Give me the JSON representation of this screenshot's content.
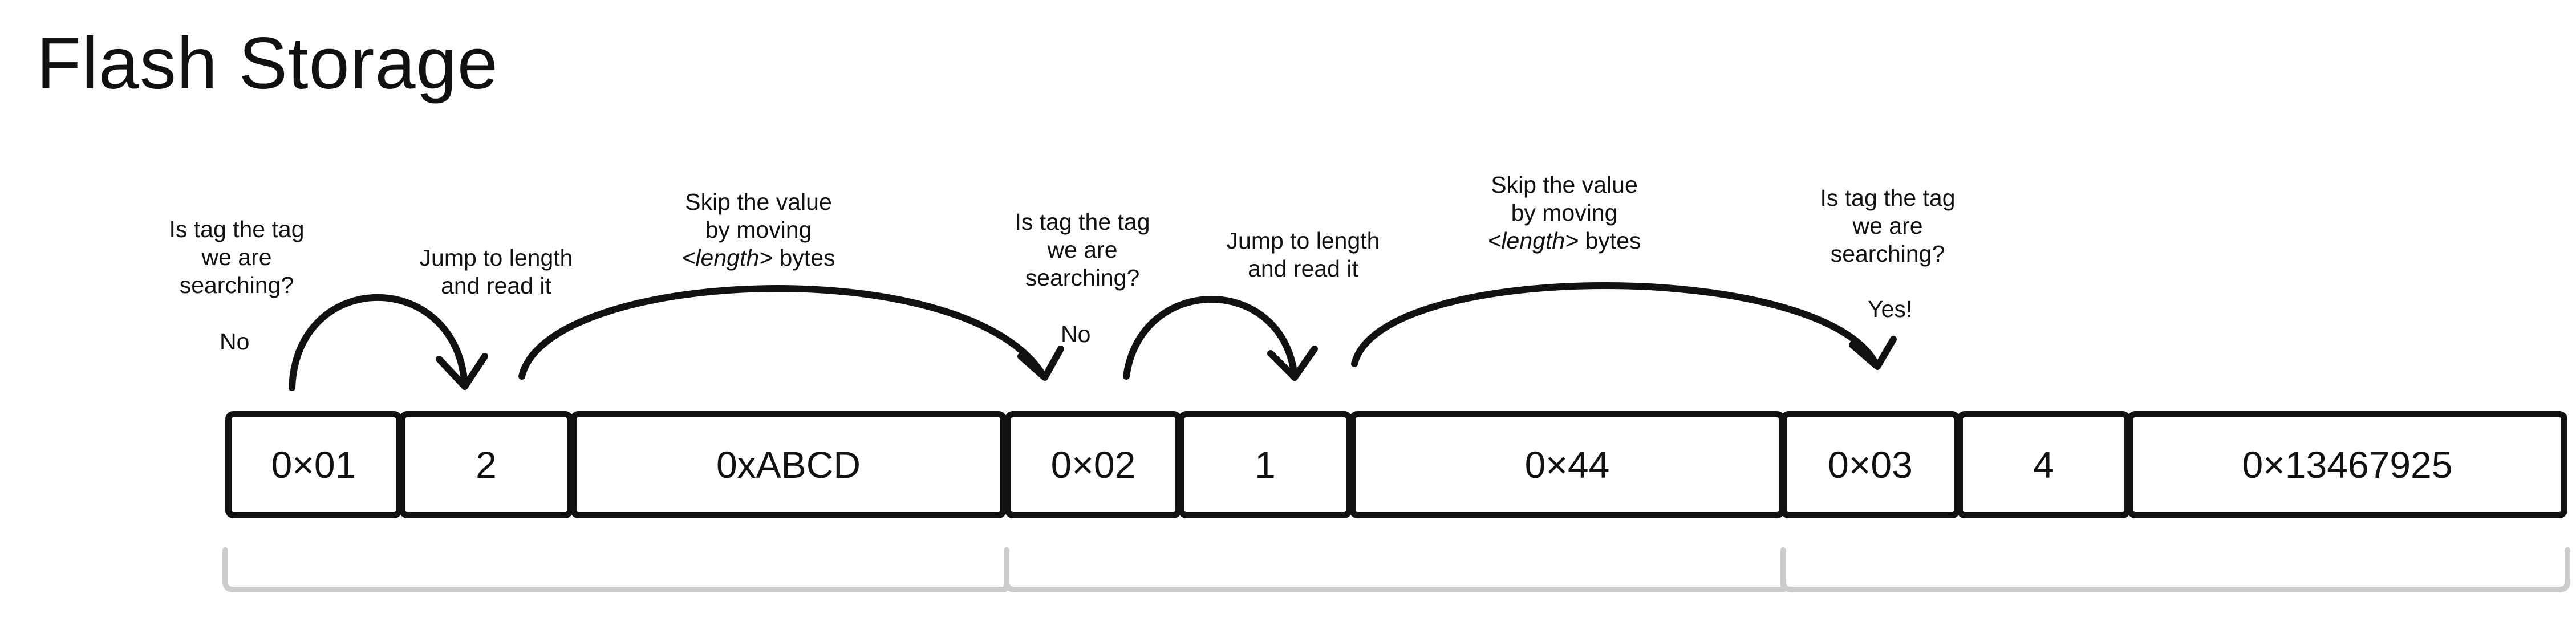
{
  "title": "Flash Storage",
  "records": [
    {
      "tag": "0×01",
      "length": "2",
      "value": "0xABCD"
    },
    {
      "tag": "0×02",
      "length": "1",
      "value": "0×44"
    },
    {
      "tag": "0×03",
      "length": "4",
      "value": "0×13467925"
    }
  ],
  "annotations": {
    "check_tag": [
      "Is tag the tag",
      "we are",
      "searching?"
    ],
    "jump_length": [
      "Jump to length",
      "and read it"
    ],
    "skip_value": {
      "line1": "Skip the value",
      "line2": "by moving",
      "line3_em": "<length>",
      "line3_rest": " bytes"
    },
    "answer_no": "No",
    "answer_yes": "Yes!"
  }
}
